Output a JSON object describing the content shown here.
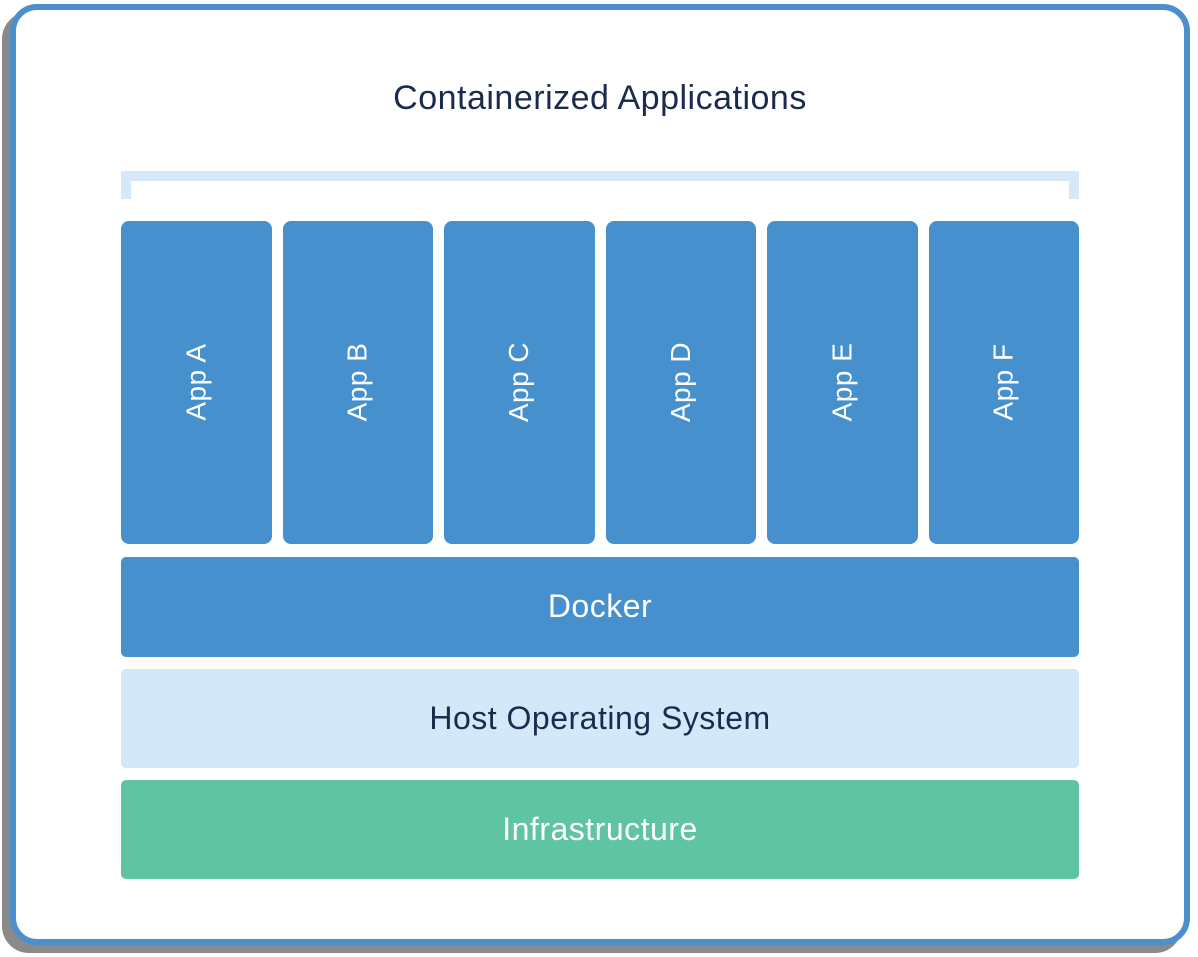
{
  "title": "Containerized Applications",
  "apps": [
    "App A",
    "App B",
    "App C",
    "App D",
    "App E",
    "App F"
  ],
  "layers": {
    "docker": "Docker",
    "host_os": "Host Operating System",
    "infrastructure": "Infrastructure"
  },
  "colors": {
    "primary_blue": "#4690ce",
    "card_border_blue": "#4b8fcd",
    "bracket_light_blue": "#d6e8f8",
    "host_os_light_blue": "#d3e8f9",
    "infrastructure_green": "#5ec4a1",
    "title_navy": "#1b2b4d",
    "shadow_gray": "#8a8a8a",
    "label_white": "#ffffff"
  }
}
